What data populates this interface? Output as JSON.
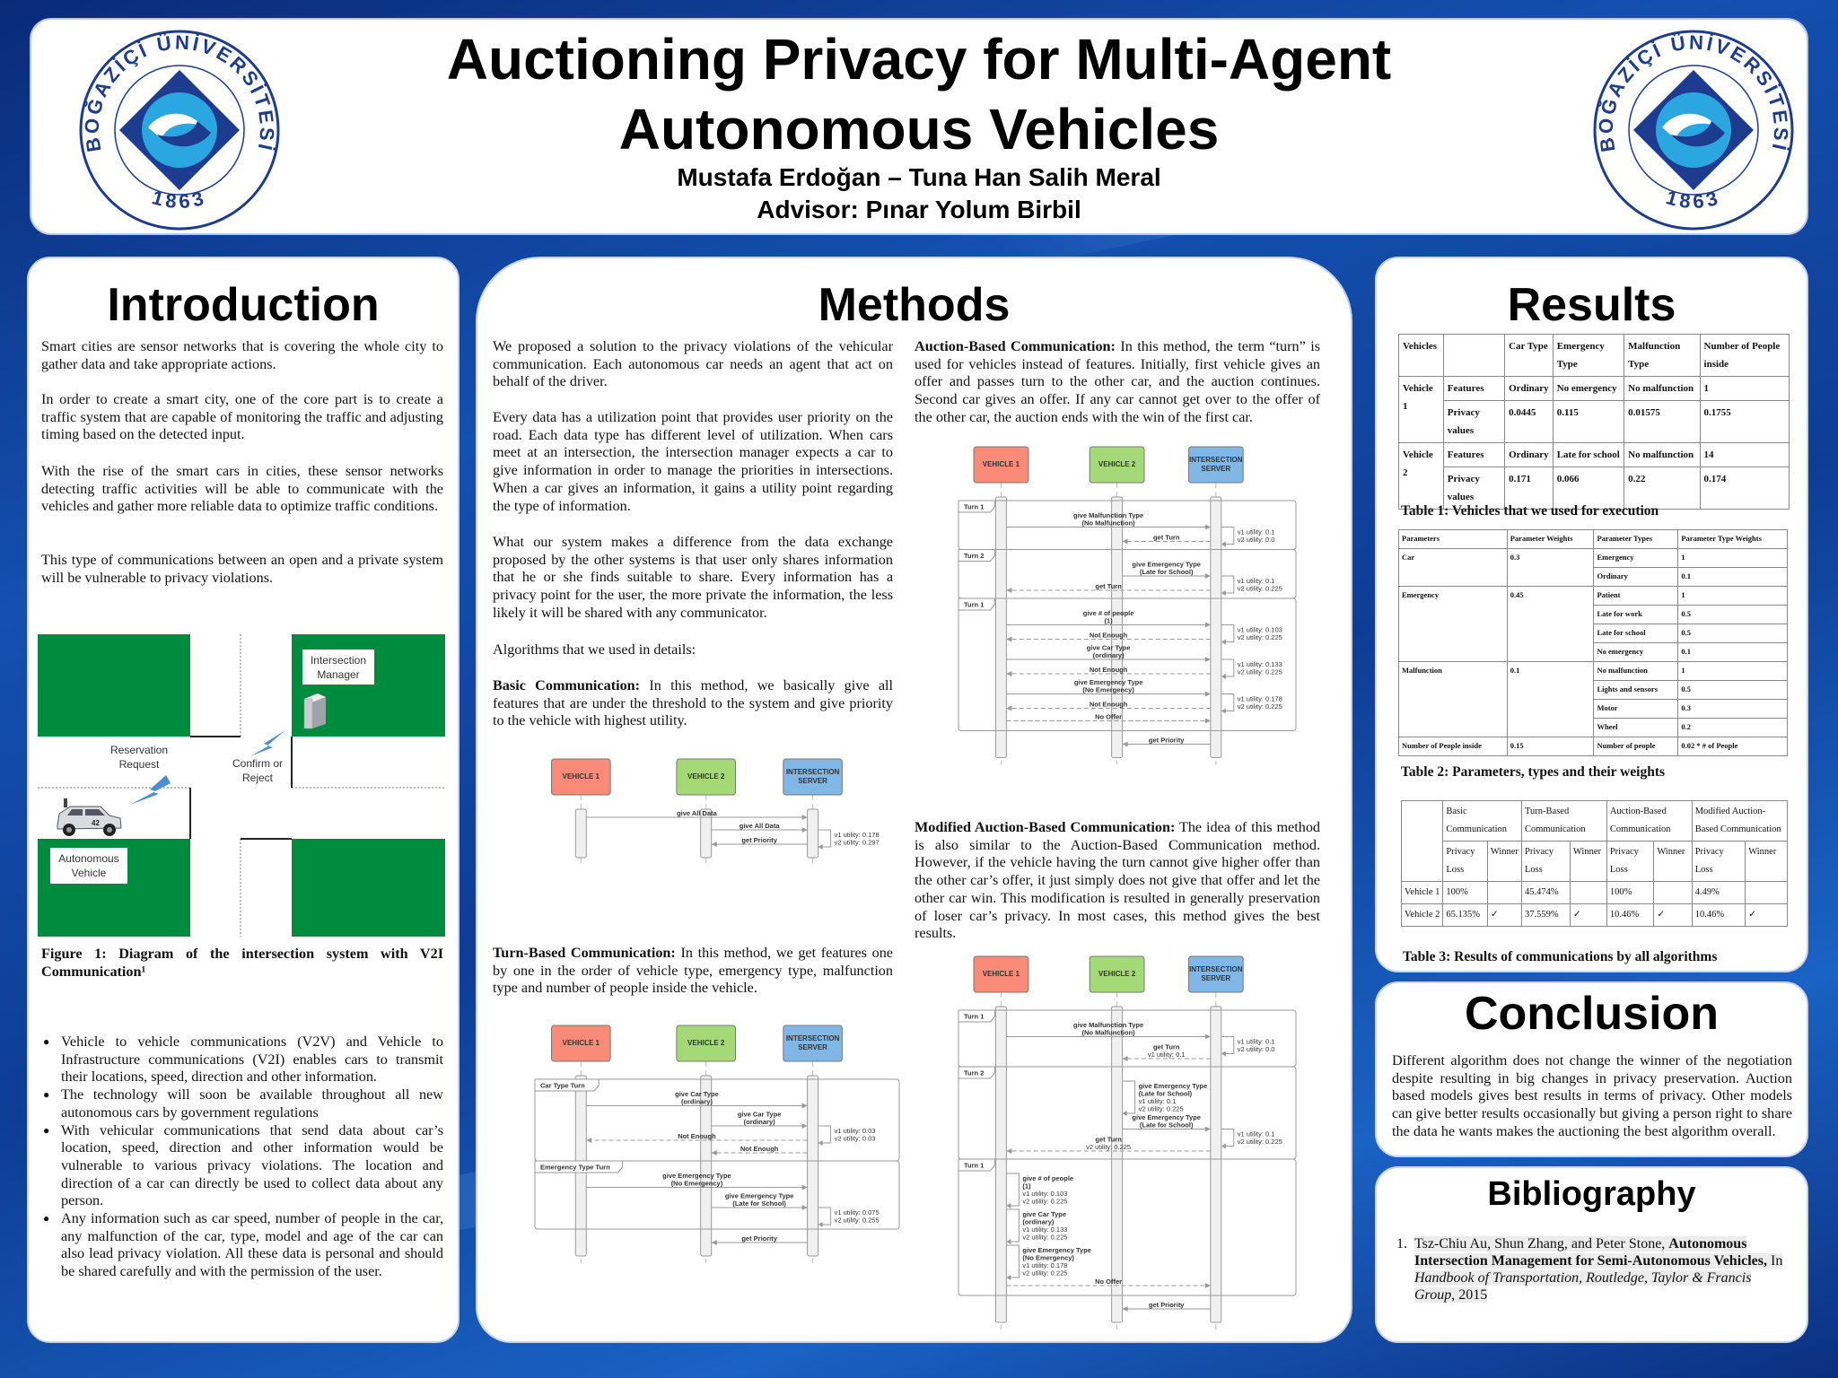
{
  "header": {
    "title_line1": "Auctioning Privacy for Multi-Agent",
    "title_line2": "Autonomous Vehicles",
    "authors": "Mustafa Erdoğan – Tuna Han Salih Meral",
    "advisor": "Advisor: Pınar Yolum Birbil",
    "logo_text": "BOĞAZİÇİ ÜNİVERSİTESİ",
    "logo_year": "1863"
  },
  "introduction": {
    "heading": "Introduction",
    "paragraphs": [
      "Smart cities are sensor networks that is covering the whole city to gather data and take appropriate actions.",
      "In order to create a smart city, one of the core part is to create a traffic system that are capable of monitoring the traffic and adjusting timing based on the detected input.",
      "With the rise of the smart cars in cities, these sensor networks detecting traffic activities will be able to communicate with the vehicles and gather more reliable data to optimize traffic conditions.",
      "This type of communications between an open and a private system will be vulnerable to privacy violations."
    ],
    "figure": {
      "intersection_manager": "Intersection Manager",
      "reservation_request": "Reservation Request",
      "confirm_or_reject": "Confirm or Reject",
      "autonomous_vehicle": "Autonomous Vehicle",
      "car_number": "42",
      "caption": "Figure 1:  Diagram of the intersection system with V2I Communication¹"
    },
    "bullets": [
      "Vehicle to vehicle communications (V2V) and Vehicle to Infrastructure communications (V2I) enables cars to transmit their locations, speed, direction and other information.",
      "The technology will soon be available throughout all new autonomous cars by government regulations",
      "With vehicular communications that send data about car’s location, speed, direction and other information would be vulnerable to various privacy violations. The location and direction of a car can directly be used to collect data about any person.",
      "Any information such as car speed, number of people in the car, any malfunction of the car, type, model and age of the car can also lead privacy violation. All these data is personal and should be shared carefully and with the permission of the user."
    ]
  },
  "methods": {
    "heading": "Methods",
    "paragraphs": [
      "We proposed a solution to the privacy violations of the vehicular communication. Each autonomous car needs an agent that act on behalf of the driver.",
      "Every data has a utilization point that provides user priority on the road. Each data type has different level of utilization. When cars meet at an intersection, the intersection manager expects a car to give information in order to manage the priorities in intersections. When a car gives an information, it gains a utility point regarding the type of information.",
      "What our system makes a difference from the data exchange proposed by the other systems is that user only shares information that he or she finds suitable to share. Every information has a privacy point for the user, the more private the information, the less likely it will be shared with any communicator.",
      "Algorithms that we used in details:"
    ],
    "participants": [
      "VEHICLE 1",
      "VEHICLE 2",
      "INTERSECTION SERVER"
    ],
    "basic": {
      "title": "Basic Communication:",
      "text": " In this method, we basically give all features that are under the threshold to the system and give priority to the vehicle with highest utility.",
      "steps": [
        {
          "from": 0,
          "to": 2,
          "label": [
            "give All Data"
          ]
        },
        {
          "from": 1,
          "to": 2,
          "label": [
            "give All Data"
          ]
        },
        {
          "self": 2,
          "label": [
            "v1 utility: 0.178",
            "v2 utility: 0.297"
          ]
        },
        {
          "from": 2,
          "to": 1,
          "label": [
            "get Priority"
          ]
        }
      ]
    },
    "turn": {
      "title": "Turn-Based Communication:",
      "text": " In this method, we get features one by one in the order of vehicle type, emergency type, malfunction type and number of people inside the vehicle.",
      "steps": [
        {
          "frame": "Car Type Turn"
        },
        {
          "from": 0,
          "to": 2,
          "label": [
            "give Car Type",
            "(ordinary)"
          ]
        },
        {
          "from": 1,
          "to": 2,
          "label": [
            "give Car Type",
            "(ordinary)"
          ]
        },
        {
          "self": 2,
          "label": [
            "v1 utility: 0.03",
            "v2 utility: 0.03"
          ]
        },
        {
          "from": 2,
          "to": 0,
          "dashed": true,
          "label": [
            "Not Enough"
          ]
        },
        {
          "from": 2,
          "to": 1,
          "dashed": true,
          "label": [
            "Not Enough"
          ]
        },
        {
          "frame": "Emergency Type Turn"
        },
        {
          "from": 0,
          "to": 2,
          "label": [
            "give Emergency Type",
            "(No Emergency)"
          ]
        },
        {
          "from": 1,
          "to": 2,
          "label": [
            "give Emergency Type",
            "(Late for School)"
          ]
        },
        {
          "self": 2,
          "label": [
            "v1 utility: 0.075",
            "v2 utility: 0.255"
          ]
        },
        {
          "endframe": true
        },
        {
          "from": 2,
          "to": 1,
          "label": [
            "get Priority"
          ]
        }
      ]
    },
    "auction": {
      "title": "Auction-Based Communication:",
      "text": " In this method, the term “turn” is used for vehicles instead of features. Initially, first vehicle gives an offer and passes turn to the other car, and the auction continues. Second car gives an offer. If any car cannot get over to the offer of the other car, the auction ends with the win of the first car.",
      "steps": [
        {
          "frame": "Turn 1"
        },
        {
          "from": 0,
          "to": 2,
          "label": [
            "give Malfunction Type",
            "(No Malfunction)"
          ]
        },
        {
          "self": 2,
          "label": [
            "v1 utility: 0.1",
            "v2 utility: 0.0"
          ]
        },
        {
          "from": 2,
          "to": 1,
          "dashed": true,
          "label": [
            "get Turn"
          ]
        },
        {
          "frame": "Turn 2"
        },
        {
          "from": 1,
          "to": 2,
          "label": [
            "give Emergency Type",
            "(Late for School)"
          ]
        },
        {
          "self": 2,
          "label": [
            "v1 utility: 0.1",
            "v2 utility: 0.225"
          ]
        },
        {
          "from": 2,
          "to": 0,
          "dashed": true,
          "label": [
            "get Turn"
          ]
        },
        {
          "frame": "Turn 1"
        },
        {
          "from": 0,
          "to": 2,
          "label": [
            "give # of people",
            "(1)"
          ]
        },
        {
          "self": 2,
          "label": [
            "v1 utility: 0.103",
            "v2 utility: 0.225"
          ]
        },
        {
          "from": 2,
          "to": 0,
          "dashed": true,
          "label": [
            "Not Enough"
          ]
        },
        {
          "from": 0,
          "to": 2,
          "label": [
            "give Car Type",
            "(ordinary)"
          ]
        },
        {
          "self": 2,
          "label": [
            "v1 utility: 0.133",
            "v2 utility: 0.225"
          ]
        },
        {
          "from": 2,
          "to": 0,
          "dashed": true,
          "label": [
            "Not Enough"
          ]
        },
        {
          "from": 0,
          "to": 2,
          "label": [
            "give Emergency Type",
            "(No Emergency)"
          ]
        },
        {
          "self": 2,
          "label": [
            "v1 utility: 0.178",
            "v2 utility: 0.225"
          ]
        },
        {
          "from": 2,
          "to": 0,
          "dashed": true,
          "label": [
            "Not Enough"
          ]
        },
        {
          "from": 0,
          "to": 2,
          "dashed": true,
          "label": [
            "No Offer"
          ]
        },
        {
          "endframe": true
        },
        {
          "from": 2,
          "to": 1,
          "label": [
            "get Priority"
          ]
        }
      ]
    },
    "modified": {
      "title": "Modified Auction-Based Communication:",
      "text": " The idea of this method is also similar to the Auction-Based Communication method. However, if the vehicle having the turn cannot give higher offer than the other car’s offer, it just simply does not give that offer and let the other car win. This modification is resulted in generally preservation of loser car’s privacy. In most cases, this method gives the best results.",
      "steps": [
        {
          "frame": "Turn 1"
        },
        {
          "from": 0,
          "to": 2,
          "label": [
            "give Malfunction Type",
            "(No Malfunction)"
          ]
        },
        {
          "self": 2,
          "label": [
            "v1 utility: 0.1",
            "v2 utility: 0.0"
          ]
        },
        {
          "from": 2,
          "to": 1,
          "dashed": true,
          "label": [
            "get Turn",
            "v1 utility: 0.1"
          ]
        },
        {
          "frame": "Turn 2"
        },
        {
          "self": 1,
          "label": [
            "give Emergency Type",
            "(Late for School)",
            "v1 utility: 0.1",
            "v2 utility: 0.225"
          ]
        },
        {
          "from": 1,
          "to": 2,
          "label": [
            "give Emergency Type",
            "(Late for School)"
          ]
        },
        {
          "self": 2,
          "label": [
            "v1 utility: 0.1",
            "v2 utility: 0.225"
          ]
        },
        {
          "from": 2,
          "to": 0,
          "dashed": true,
          "label": [
            "get Turn",
            "v2 utility: 0.225"
          ]
        },
        {
          "frame": "Turn 1"
        },
        {
          "self": 0,
          "label": [
            "give # of people",
            "(1)",
            "v1 utility: 0.103",
            "v2 utility: 0.225"
          ]
        },
        {
          "self": 0,
          "label": [
            "give Car Type",
            "(ordinary)",
            "v1 utility: 0.133",
            "v2 utility: 0.225"
          ]
        },
        {
          "self": 0,
          "label": [
            "give Emergency Type",
            "(No Emergency)",
            "v1 utility: 0.178",
            "v2 utility: 0.225"
          ]
        },
        {
          "from": 0,
          "to": 2,
          "dashed": true,
          "label": [
            "No Offer"
          ]
        },
        {
          "endframe": true
        },
        {
          "from": 2,
          "to": 1,
          "label": [
            "get Priority"
          ]
        }
      ]
    }
  },
  "results": {
    "heading": "Results",
    "table1": {
      "headers": [
        "Vehicles",
        "",
        "Car Type",
        "Emergency Type",
        "Malfunction Type",
        "Number of People inside"
      ],
      "vehicles": [
        {
          "name": "Vehicle 1",
          "features_label": "Features",
          "features": [
            "Ordinary",
            "No emergency",
            "No malfunction",
            "1"
          ],
          "privacy_label": "Privacy values",
          "privacy": [
            "0.0445",
            "0.115",
            "0.01575",
            "0.1755"
          ]
        },
        {
          "name": "Vehicle 2",
          "features_label": "Features",
          "features": [
            "Ordinary",
            "Late for school",
            "No malfunction",
            "14"
          ],
          "privacy_label": "Privacy values",
          "privacy": [
            "0.171",
            "0.066",
            "0.22",
            "0.174"
          ]
        }
      ],
      "caption": "Table 1: Vehicles that we used for execution"
    },
    "table2": {
      "headers": [
        "Parameters",
        "Parameter Weights",
        "Parameter Types",
        "Parameter Type Weights"
      ],
      "groups": [
        {
          "parameter": "Car",
          "weight": "0.3",
          "types": [
            {
              "type": "Emergency",
              "weight": "1"
            },
            {
              "type": "Ordinary",
              "weight": "0.1"
            }
          ]
        },
        {
          "parameter": "Emergency",
          "weight": "0.45",
          "types": [
            {
              "type": "Patient",
              "weight": "1"
            },
            {
              "type": "Late for work",
              "weight": "0.5"
            },
            {
              "type": "Late for school",
              "weight": "0.5"
            },
            {
              "type": "No emergency",
              "weight": "0.1"
            }
          ]
        },
        {
          "parameter": "Malfunction",
          "weight": "0.1",
          "types": [
            {
              "type": "No malfunction",
              "weight": "1"
            },
            {
              "type": "Lights and sensors",
              "weight": "0.5"
            },
            {
              "type": "Motor",
              "weight": "0.3"
            },
            {
              "type": "Wheel",
              "weight": "0.2"
            }
          ]
        },
        {
          "parameter": "Number of People inside",
          "weight": "0.15",
          "types": [
            {
              "type": "Number of people",
              "weight": "0.02 * # of People"
            }
          ]
        }
      ],
      "caption": "Table 2: Parameters, types and their weights"
    },
    "table3": {
      "methods": [
        "Basic Communication",
        "Turn-Based Communication",
        "Auction-Based Communication",
        "Modified Auction-Based Communication"
      ],
      "sub": [
        "Privacy Loss",
        "Winner"
      ],
      "rows": [
        {
          "vehicle": "Vehicle 1",
          "values": [
            [
              "100%",
              ""
            ],
            [
              "45.474%",
              ""
            ],
            [
              "100%",
              ""
            ],
            [
              "4.49%",
              ""
            ]
          ]
        },
        {
          "vehicle": "Vehicle 2",
          "values": [
            [
              "65.135%",
              "✓"
            ],
            [
              "37.559%",
              "✓"
            ],
            [
              "10.46%",
              "✓"
            ],
            [
              "10.46%",
              "✓"
            ]
          ]
        }
      ],
      "caption": "Table 3: Results of communications by all algorithms"
    }
  },
  "conclusion": {
    "heading": "Conclusion",
    "text": "Different algorithm does not change the winner of the negotiation despite resulting in big changes in privacy preservation. Auction based models gives best results in terms of privacy. Other models can give better results occasionally but giving a person right to share the data he wants makes the auctioning the best algorithm overall."
  },
  "bibliography": {
    "heading": "Bibliography",
    "number": "1.",
    "authors": "Tsz-Chiu Au, Shun Zhang, and Peter Stone, ",
    "title": "Autonomous Intersection Management for Semi-Autonomous Vehicles,",
    "in": " In ",
    "source": "Handbook of Transportation, Routledge, Taylor & Francis Group",
    "year": ", 2015"
  },
  "colors": {
    "vehicle1": "#f98b78",
    "vehicle2": "#a5d977",
    "server": "#80b7e6",
    "grass": "#008c3f",
    "navy": "#1d3c8f",
    "light_blue": "#2aa6e0"
  }
}
